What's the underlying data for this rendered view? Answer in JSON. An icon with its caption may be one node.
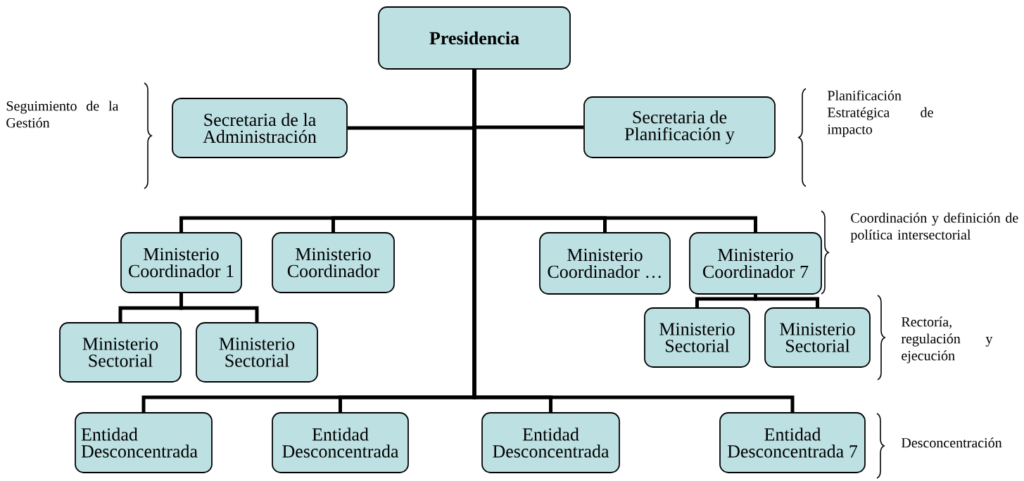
{
  "diagram": {
    "nodes": [
      {
        "text": [
          "Presidencia"
        ]
      },
      {
        "text": [
          "Secretaria de la Administración"
        ]
      },
      {
        "text": [
          "Secretaria de Planificación y"
        ]
      },
      {
        "text": [
          "Ministerio Coordinador 1"
        ]
      },
      {
        "text": [
          "Ministerio Coordinador"
        ]
      },
      {
        "text": [
          "Ministerio Coordinador …"
        ]
      },
      {
        "text": [
          "Ministerio Coordinador 7"
        ]
      },
      {
        "text": [
          "Ministerio Sectorial"
        ]
      },
      {
        "text": [
          "Ministerio Sectorial"
        ]
      },
      {
        "text": [
          "Ministerio Sectorial"
        ]
      },
      {
        "text": [
          "Ministerio Sectorial"
        ]
      },
      {
        "text": [
          "Entidad Desconcentrada"
        ]
      },
      {
        "text": [
          "Entidad Desconcentrada"
        ]
      },
      {
        "text": [
          "Entidad Desconcentrada"
        ]
      },
      {
        "text": [
          "Entidad Desconcentrada 7"
        ]
      }
    ],
    "edges": [
      {
        "from": 0,
        "to": 1,
        "arrow": "none"
      },
      {
        "from": 0,
        "to": 2,
        "arrow": "none"
      },
      {
        "from": 0,
        "to": 3,
        "arrow": "none"
      },
      {
        "from": 0,
        "to": 4,
        "arrow": "none"
      },
      {
        "from": 0,
        "to": 5,
        "arrow": "none"
      },
      {
        "from": 0,
        "to": 6,
        "arrow": "none"
      },
      {
        "from": 3,
        "to": 7,
        "arrow": "none"
      },
      {
        "from": 3,
        "to": 8,
        "arrow": "none"
      },
      {
        "from": 6,
        "to": 9,
        "arrow": "none"
      },
      {
        "from": 6,
        "to": 10,
        "arrow": "none"
      },
      {
        "from": 0,
        "to": 11,
        "arrow": "none"
      },
      {
        "from": 0,
        "to": 12,
        "arrow": "none"
      },
      {
        "from": 0,
        "to": 13,
        "arrow": "none"
      },
      {
        "from": 0,
        "to": 14,
        "arrow": "none"
      }
    ],
    "labels": [
      "Seguimiento de la Gestión",
      "Planificación Estratégica de impacto",
      "Coordinación y definición de política intersectorial",
      "Rectoría, regulación y ejecución",
      "Desconcentración"
    ]
  }
}
